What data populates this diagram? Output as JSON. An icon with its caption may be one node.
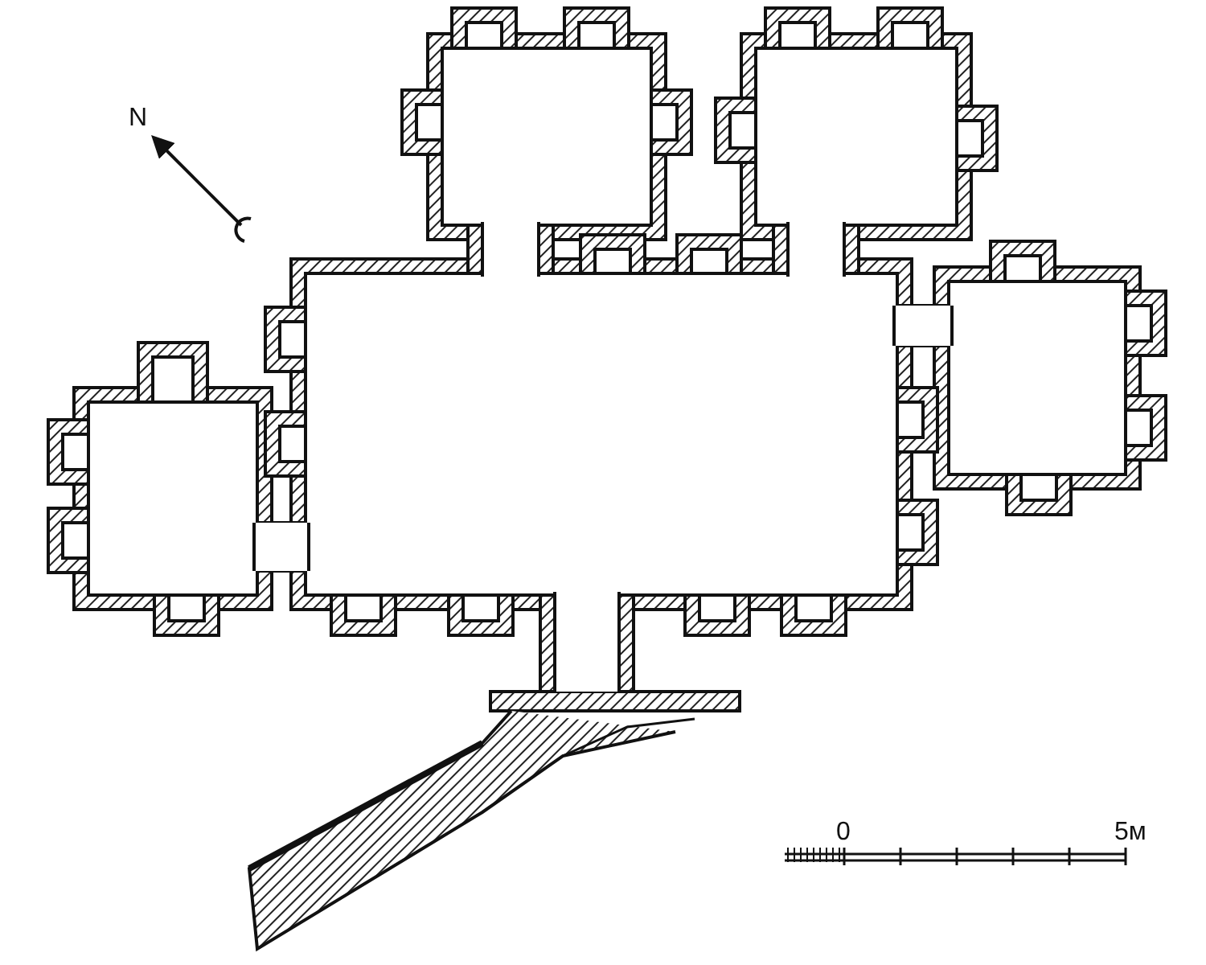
{
  "diagram": {
    "labels": [
      "N",
      "0",
      "5м"
    ]
  }
}
